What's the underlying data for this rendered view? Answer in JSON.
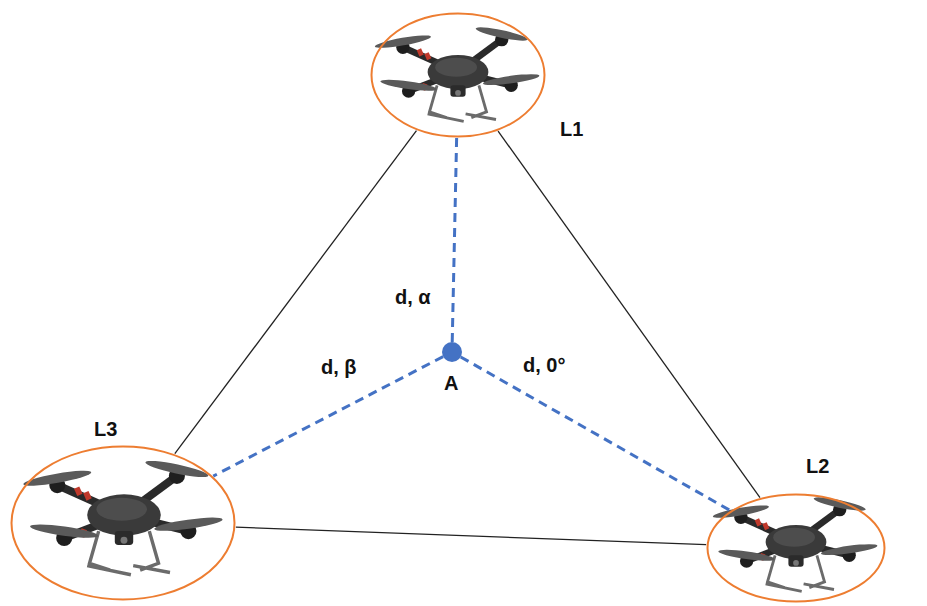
{
  "diagram": {
    "nodes": [
      {
        "text": [
          "L1"
        ]
      },
      {
        "text": [
          "A"
        ]
      },
      {
        "text": [
          "L3"
        ]
      },
      {
        "text": [
          "L2"
        ]
      }
    ],
    "edges": [
      {
        "from": 0,
        "to": 3,
        "arrow": "none"
      },
      {
        "from": 0,
        "to": 2,
        "arrow": "none"
      },
      {
        "from": 2,
        "to": 3,
        "arrow": "none"
      },
      {
        "from": 1,
        "to": 0,
        "arrow": "none",
        "label": "d, α"
      },
      {
        "from": 1,
        "to": 2,
        "arrow": "none",
        "label": "d, β"
      },
      {
        "from": 1,
        "to": 3,
        "arrow": "none",
        "label": "d, 0°"
      }
    ]
  }
}
